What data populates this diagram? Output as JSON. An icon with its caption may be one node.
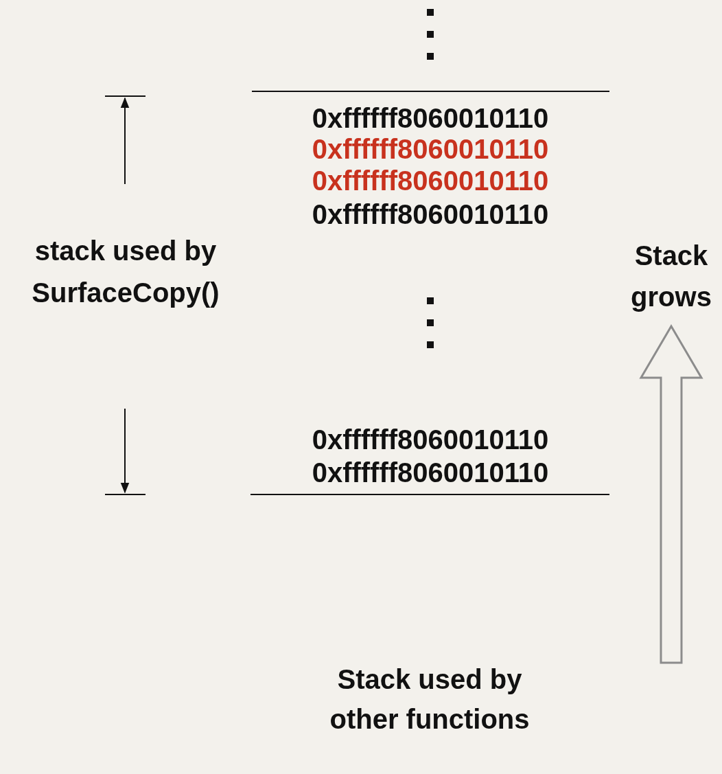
{
  "diagram": {
    "labels": [
      "0xffffff8060010110",
      "0xffffff8060010110",
      "0xffffff8060010110",
      "0xffffff8060010110",
      "stack used by SurfaceCopy()",
      "Stack grows",
      "0xffffff8060010110",
      "0xffffff8060010110",
      "Stack used by other functions"
    ]
  }
}
